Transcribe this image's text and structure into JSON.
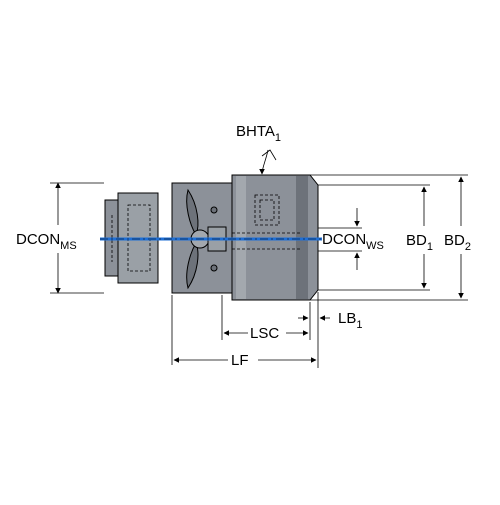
{
  "colors": {
    "body": "#8c9199",
    "body_dark": "#6d727a",
    "body_light": "#a3a8ae",
    "line": "#000000",
    "axis": "#1f6fd6"
  },
  "labels": {
    "bhta": {
      "main": "BHTA",
      "sub": "1"
    },
    "dcon_ms": {
      "main": "DCON",
      "sub": "MS"
    },
    "dcon_ws": {
      "main": "DCON",
      "sub": "WS"
    },
    "bd1": {
      "main": "BD",
      "sub": "1"
    },
    "bd2": {
      "main": "BD",
      "sub": "2"
    },
    "lsc": {
      "main": "LSC"
    },
    "lb1": {
      "main": "LB",
      "sub": "1"
    },
    "lf": {
      "main": "LF"
    }
  }
}
